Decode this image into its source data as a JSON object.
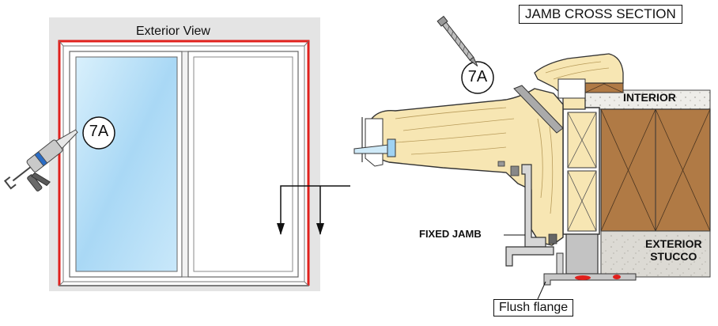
{
  "labels": {
    "exterior_view": "Exterior View",
    "jamb_cross_section": "JAMB CROSS SECTION",
    "interior": "INTERIOR",
    "exterior_line1": "EXTERIOR",
    "exterior_line2": "STUCCO",
    "fixed_jamb": "FIXED JAMB",
    "flush_flange": "Flush flange"
  },
  "callouts": {
    "left": "7A",
    "right": "7A"
  },
  "colors": {
    "sealant_red": "#e0201c",
    "wood": "#f7e6b3",
    "stud_brown": "#b07a45",
    "glass_blue": "#bfe3f8",
    "stucco": "#d9d7d2",
    "wall_gray": "#e4e4e4"
  }
}
